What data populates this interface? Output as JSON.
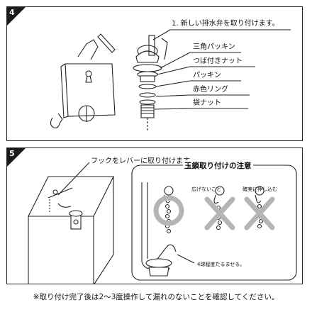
{
  "step4": {
    "number": "4",
    "instruction": "1. 新しい排水弁を取り付けます。",
    "parts": [
      "三角パッキン",
      "つば付きナット",
      "パッキン",
      "赤色リング",
      "袋ナット"
    ]
  },
  "step5": {
    "number": "5",
    "instruction": "フックをレバーに取り付けます。",
    "caution": {
      "title": "玉鎖取り付けの注意",
      "wrong1": "広げないこと",
      "wrong2": "確実に押し込む",
      "note": "4球程度たるませる。"
    }
  },
  "footer": "※取り付け完了後は2〜3度操作して漏れのないことを確認してください。",
  "colors": {
    "ink": "#222222",
    "cross": "#b5b5b5",
    "badge": "#1a1a1a"
  }
}
